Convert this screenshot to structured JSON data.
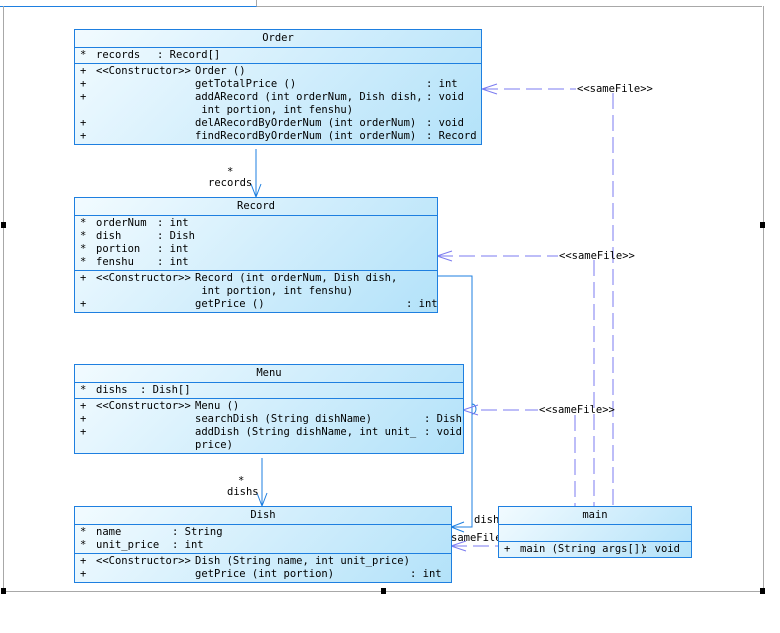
{
  "diagram": {
    "classes": {
      "order": {
        "name": "Order",
        "attributes": [
          {
            "vis": "*",
            "name": "records",
            "type": ": Record[]"
          }
        ],
        "operations": [
          {
            "vis": "+",
            "stereo": "<<Constructor>>",
            "sig": "Order ()",
            "ret": ""
          },
          {
            "vis": "+",
            "stereo": "",
            "sig": "getTotalPrice ()",
            "ret": ": int"
          },
          {
            "vis": "+",
            "stereo": "",
            "sig": "addARecord (int orderNum, Dish dish,",
            "ret": ": void",
            "cont": " int portion, int fenshu)"
          },
          {
            "vis": "+",
            "stereo": "",
            "sig": "delARecordByOrderNum (int orderNum)",
            "ret": ": void"
          },
          {
            "vis": "+",
            "stereo": "",
            "sig": "findRecordByOrderNum (int orderNum)",
            "ret": ": Record"
          }
        ]
      },
      "record": {
        "name": "Record",
        "attributes": [
          {
            "vis": "*",
            "name": "orderNum",
            "type": ": int"
          },
          {
            "vis": "*",
            "name": "dish",
            "type": ": Dish"
          },
          {
            "vis": "*",
            "name": "portion",
            "type": ": int"
          },
          {
            "vis": "*",
            "name": "fenshu",
            "type": ": int"
          }
        ],
        "operations": [
          {
            "vis": "+",
            "stereo": "<<Constructor>>",
            "sig": "Record (int orderNum, Dish dish,",
            "ret": "",
            "cont": " int portion, int fenshu)"
          },
          {
            "vis": "+",
            "stereo": "",
            "sig": "getPrice ()",
            "ret": ": int"
          }
        ]
      },
      "menu": {
        "name": "Menu",
        "attributes": [
          {
            "vis": "*",
            "name": "dishs",
            "type": ": Dish[]"
          }
        ],
        "operations": [
          {
            "vis": "+",
            "stereo": "<<Constructor>>",
            "sig": "Menu ()",
            "ret": ""
          },
          {
            "vis": "+",
            "stereo": "",
            "sig": "searchDish (String dishName)",
            "ret": ": Dish"
          },
          {
            "vis": "+",
            "stereo": "",
            "sig": "addDish (String dishName, int unit_",
            "ret": ": void",
            "cont": "price)"
          }
        ]
      },
      "dish": {
        "name": "Dish",
        "attributes": [
          {
            "vis": "*",
            "name": "name",
            "type": ": String"
          },
          {
            "vis": "*",
            "name": "unit_price",
            "type": ": int"
          }
        ],
        "operations": [
          {
            "vis": "+",
            "stereo": "<<Constructor>>",
            "sig": "Dish (String name, int unit_price)",
            "ret": ""
          },
          {
            "vis": "+",
            "stereo": "",
            "sig": "getPrice (int portion)",
            "ret": ": int"
          }
        ]
      },
      "main": {
        "name": "main",
        "attributes": [],
        "operations": [
          {
            "vis": "+",
            "sig": "main (String args[])",
            "ret": ": void"
          }
        ]
      }
    },
    "associations": {
      "order_record": {
        "multiplicity": "*",
        "role": "records"
      },
      "menu_dish": {
        "multiplicity": "*",
        "role": "dishs"
      },
      "record_dish": {
        "role": "dish"
      }
    },
    "dependencies": {
      "main_order": "<<sameFile>>",
      "main_record": "<<sameFile>>",
      "main_menu": "<<sameFile>>",
      "main_dish": "sameFile"
    },
    "colors": {
      "class_border": "#1e7fe0",
      "association_line": "#1e7fe0",
      "dependency_line": "#7b7bf0",
      "gradient_light": "#f2fbff",
      "gradient_dark": "#b3e2f9"
    }
  }
}
